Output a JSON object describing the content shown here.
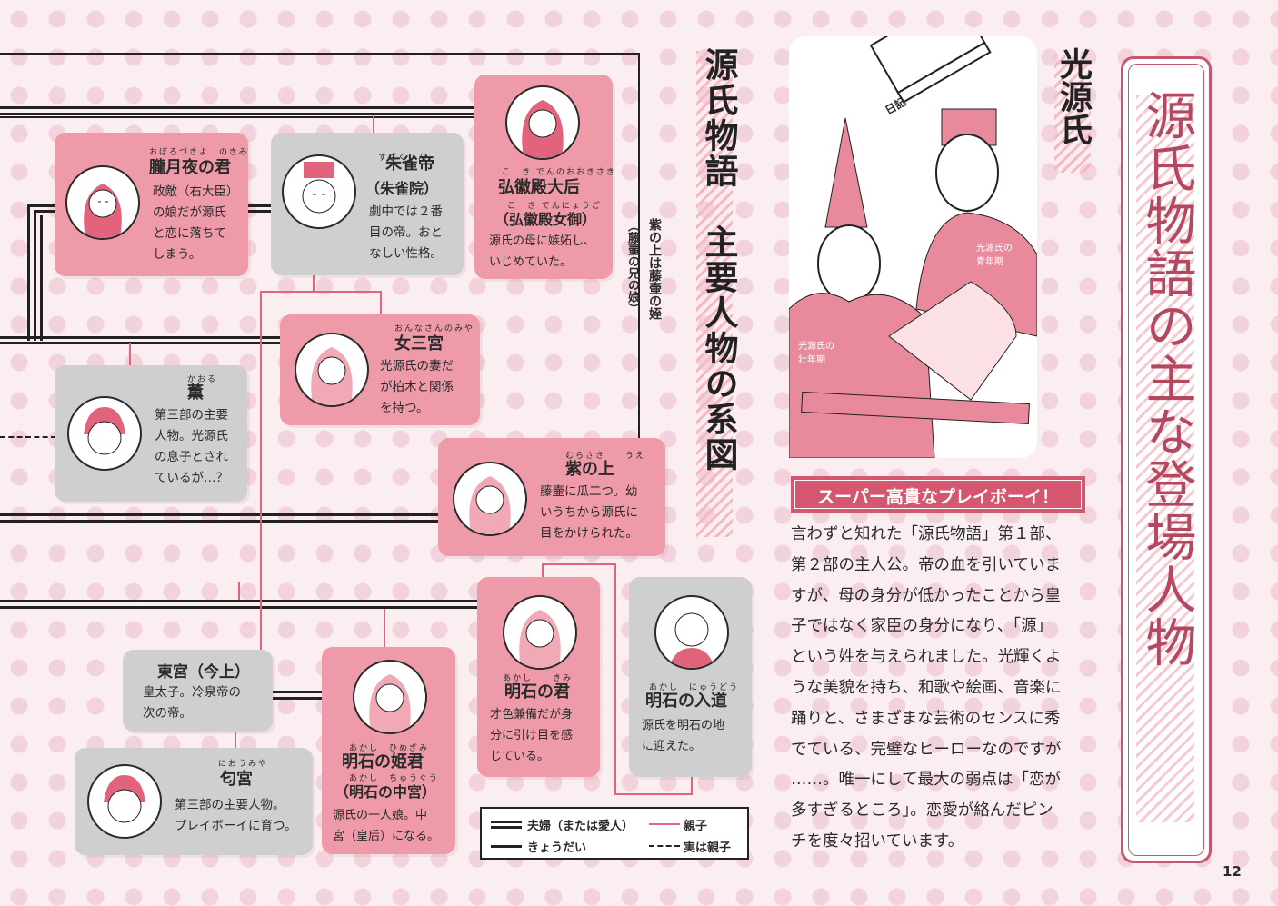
{
  "page_number": "12",
  "main_title": "源氏物語の主な登場人物",
  "section_title": "光源氏",
  "chart_title": "源氏物語　主要人物の系図",
  "side_note": "紫の上は藤壷の姪",
  "side_note_sub": "（藤壷の兄の娘）",
  "illustration": {
    "book_label": "日記",
    "label_young": "光源氏の\n青年期",
    "label_mature": "光源氏の\n壮年期"
  },
  "subheading": "スーパー高貴なプレイボーイ！",
  "body_lines": [
    "言わずと知れた「源氏物語」第１部、",
    "第２部の主人公。帝の血を引いていま",
    "すが、母の身分が低かったことから皇",
    "子ではなく家臣の身分になり、「源」",
    "という姓を与えられました。光輝くよ",
    "うな美貌を持ち、和歌や絵画、音楽に",
    "踊りと、さまざまな芸術のセンスに秀",
    "でている、完璧なヒーローなのですが",
    "……。唯一にして最大の弱点は「恋が",
    "多すぎるところ」。恋愛が絡んだピン",
    "チを度々招いています。"
  ],
  "characters": {
    "oborozukiyo": {
      "ruby": "おぼろづきよ　のきみ",
      "name": "朧月夜の君",
      "desc": [
        "政敵（右大臣）",
        "の娘だが源氏",
        "と恋に落ちて",
        "しまう。"
      ]
    },
    "suzaku": {
      "ruby": "すざくいん",
      "name": "朱雀帝",
      "alt": "（朱雀院）",
      "desc": [
        "劇中では２番",
        "目の帝。おと",
        "なしい性格。"
      ]
    },
    "kokiden": {
      "ruby": "こ　き でんのおおきさき",
      "name": "弘徽殿大后",
      "ruby2": "こ　き でんにょうご",
      "alt": "（弘徽殿女御）",
      "desc": [
        "源氏の母に嫉妬し、",
        "いじめていた。"
      ]
    },
    "onnasannomiya": {
      "ruby": "おんなさんのみや",
      "name": "女三宮",
      "desc": [
        "光源氏の妻だ",
        "が柏木と関係",
        "を持つ。"
      ]
    },
    "kaoru": {
      "ruby": "かおる",
      "name": "薫",
      "desc": [
        "第三部の主要",
        "人物。光源氏",
        "の息子とされ",
        "ているが…？"
      ]
    },
    "murasaki": {
      "ruby": "むらさき　　うえ",
      "name": "紫の上",
      "desc": [
        "藤壷に瓜二つ。幼",
        "いうちから源氏に",
        "目をかけられた。"
      ]
    },
    "togu": {
      "name": "東宮（今上）",
      "desc": [
        "皇太子。冷泉帝の",
        "次の帝。"
      ]
    },
    "akashi_himegimi": {
      "ruby": "あかし　ひめぎみ",
      "name": "明石の姫君",
      "ruby2": "あかし　ちゅうぐう",
      "alt": "（明石の中宮）",
      "desc": [
        "源氏の一人娘。中",
        "宮（皇后）になる。"
      ]
    },
    "akashi_kimi": {
      "ruby": "あかし　　きみ",
      "name": "明石の君",
      "desc": [
        "才色兼備だが身",
        "分に引け目を感",
        "じている。"
      ]
    },
    "akashi_nyudo": {
      "ruby": "あかし　にゅうどう",
      "name": "明石の入道",
      "desc": [
        "源氏を明石の地",
        "に迎えた。"
      ]
    },
    "niou": {
      "ruby": "におうみや",
      "name": "匂宮",
      "desc": [
        "第三部の主要人物。",
        "プレイボーイに育つ。"
      ]
    }
  },
  "legend": {
    "couple": "夫婦（または愛人）",
    "parent_child": "親子",
    "siblings": "きょうだい",
    "real_parent": "実は親子"
  },
  "colors": {
    "pink_card": "#ef9aa9",
    "gray_card": "#cfcfd2",
    "accent": "#d4566f",
    "background": "#fbeef1"
  }
}
